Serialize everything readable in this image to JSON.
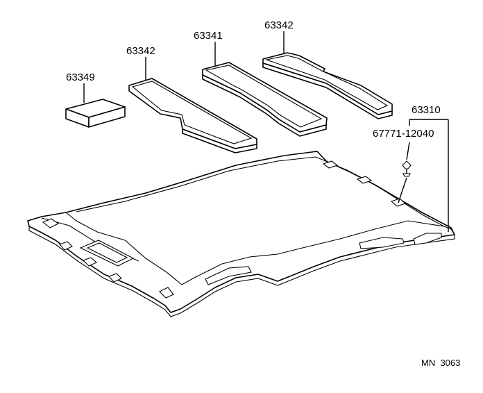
{
  "diagram": {
    "labels": {
      "p63349": "63349",
      "p63342_left": "63342",
      "p63341": "63341",
      "p63342_right": "63342",
      "p63310": "63310",
      "p67771": "67771-12040"
    },
    "code": "MN  3063"
  }
}
